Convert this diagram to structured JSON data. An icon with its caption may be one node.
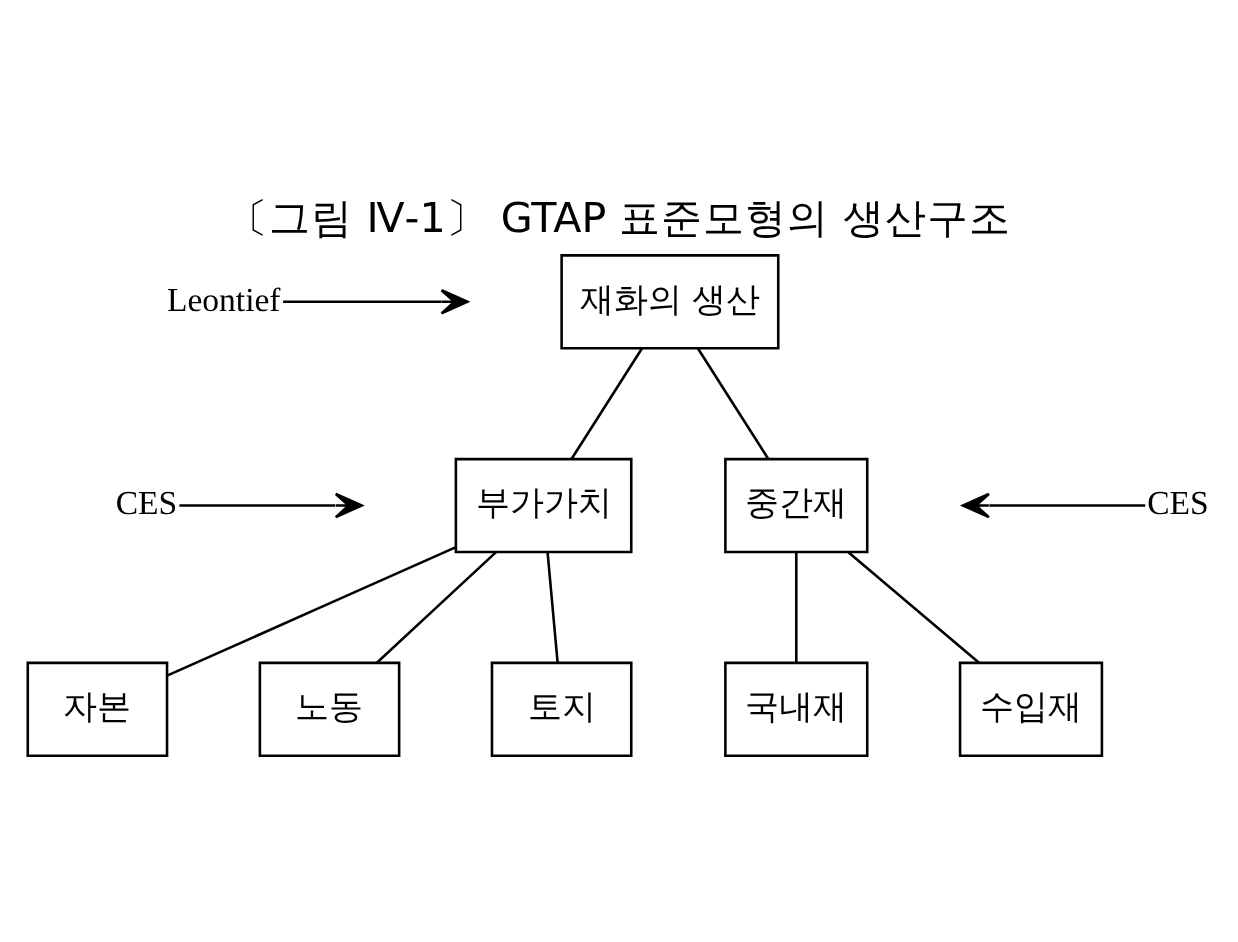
{
  "diagram": {
    "title": "〔그림 Ⅳ-1〕 GTAP 표준모형의 생산구조",
    "nodes": [
      {
        "text": [
          "재화의 생산"
        ]
      },
      {
        "text": [
          "Leontief"
        ]
      },
      {
        "text": [
          "부가가치"
        ]
      },
      {
        "text": [
          "중간재"
        ]
      },
      {
        "text": [
          "CES"
        ]
      },
      {
        "text": [
          "CES"
        ]
      },
      {
        "text": [
          "자본"
        ]
      },
      {
        "text": [
          "노동"
        ]
      },
      {
        "text": [
          "토지"
        ]
      },
      {
        "text": [
          "국내재"
        ]
      },
      {
        "text": [
          "수입재"
        ]
      }
    ],
    "edges": [
      {
        "from": 0,
        "to": 2,
        "arrow": "none"
      },
      {
        "from": 0,
        "to": 3,
        "arrow": "none"
      },
      {
        "from": 2,
        "to": 6,
        "arrow": "none"
      },
      {
        "from": 2,
        "to": 7,
        "arrow": "none"
      },
      {
        "from": 2,
        "to": 8,
        "arrow": "none"
      },
      {
        "from": 3,
        "to": 9,
        "arrow": "none"
      },
      {
        "from": 3,
        "to": 10,
        "arrow": "none"
      },
      {
        "from": 1,
        "to": null,
        "arrow": "to"
      },
      {
        "from": 4,
        "to": null,
        "arrow": "to"
      },
      {
        "from": 5,
        "to": null,
        "arrow": "to"
      }
    ]
  }
}
